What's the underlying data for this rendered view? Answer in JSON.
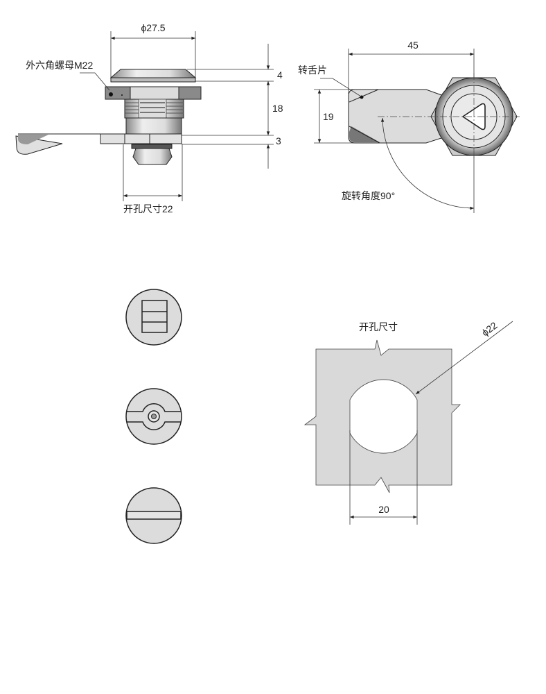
{
  "side_view": {
    "diameter_label": "ϕ27.5",
    "nut_label": "外六角螺母M22",
    "dim_head": "4",
    "dim_body": "18",
    "dim_cam": "3",
    "cutout_label": "开孔尺寸22"
  },
  "front_view": {
    "dim_length": "45",
    "dim_width": "19",
    "cam_label": "转舌片",
    "rotation_label": "旋转角度90°"
  },
  "cutout": {
    "title": "开孔尺寸",
    "diameter_label": "ϕ22",
    "width_label": "20"
  },
  "colors": {
    "fill_light": "#d8d8d8",
    "fill_dark": "#8a8a8a",
    "panel": "#d9d9d9"
  }
}
